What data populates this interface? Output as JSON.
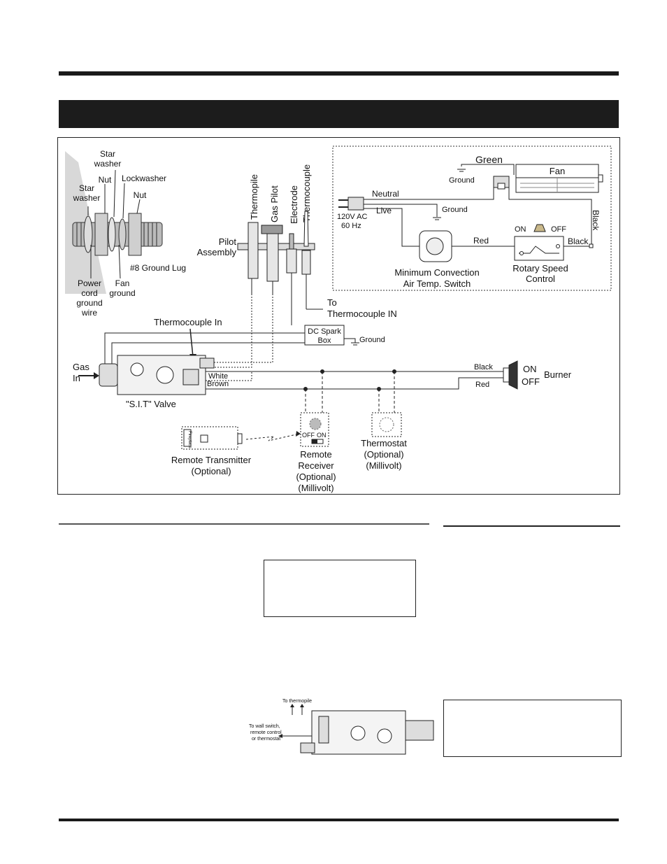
{
  "diagram": {
    "hardware": {
      "star_washer_top": [
        "Star",
        "washer"
      ],
      "nut_left": "Nut",
      "lockwasher": "Lockwasher",
      "star_washer_left": [
        "Star",
        "washer"
      ],
      "nut_right": "Nut",
      "ground_lug": "#8 Ground Lug",
      "power_cord": [
        "Power",
        "cord",
        "ground",
        "wire"
      ],
      "fan_ground": [
        "Fan",
        "ground"
      ]
    },
    "pilot": {
      "thermopile": "Thermopile",
      "gas_pilot": "Gas Pilot",
      "electrode": "Electrode",
      "thermocouple": "Thermocouple",
      "assembly": [
        "Pilot",
        "Assembly"
      ],
      "to_thermocouple": [
        "To",
        "Thermocouple IN"
      ]
    },
    "fan_circuit": {
      "green": "Green",
      "fan": "Fan",
      "ground1": "Ground",
      "ground2": "Ground",
      "neutral": "Neutral",
      "live": "Live",
      "supply": [
        "120V AC",
        "60 Hz"
      ],
      "black_vertical": "Black",
      "on": "ON",
      "off": "OFF",
      "red": "Red",
      "black": "Black",
      "min_switch": [
        "Minimum Convection",
        "Air Temp. Switch"
      ],
      "rotary": [
        "Rotary Speed",
        "Control"
      ]
    },
    "valve": {
      "thermocouple_in": "Thermocouple In",
      "dc_spark": [
        "DC Spark",
        "Box"
      ],
      "spark_ground": "Ground",
      "gas_in": [
        "Gas",
        "In"
      ],
      "white": "White",
      "brown": "Brown",
      "sit_valve": "\"S.I.T\" Valve",
      "black_wire": "Black",
      "red_wire": "Red",
      "on": "ON",
      "off": "OFF",
      "burner": "Burner"
    },
    "options": {
      "transmitter": [
        "Remote Transmitter",
        "(Optional)"
      ],
      "transmitter_tag": "Fireplace",
      "receiver_off": "OFF",
      "receiver_on": "ON",
      "receiver": [
        "Remote",
        "Receiver",
        "(Optional)",
        "(Millivolt)"
      ],
      "thermostat": [
        "Thermostat",
        "(Optional)",
        "(Millivolt)"
      ]
    }
  },
  "small_valve": {
    "to_thermopile": "To thermopile",
    "to_wall": [
      "To wall switch,",
      "remote control",
      "or thermostat"
    ]
  }
}
